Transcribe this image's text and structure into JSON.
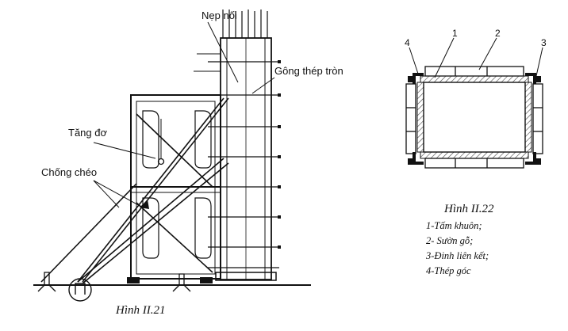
{
  "figure_21": {
    "caption": "Hình II.21",
    "labels": {
      "splint": "Nẹp nối",
      "round_steel_clamp": "Gông thép tròn",
      "turnbuckle": "Tăng đơ",
      "diagonal_brace": "Chống chéo"
    }
  },
  "figure_22": {
    "caption": "Hình II.22",
    "callouts": [
      "4",
      "1",
      "2",
      "3"
    ],
    "legend": [
      "1-Tấm khuôn;",
      "2- Sườn gỗ;",
      "3-Đinh liên kết;",
      "4-Thép góc"
    ]
  },
  "colors": {
    "ink": "#111111",
    "paper": "#ffffff",
    "hatch": "#555555"
  }
}
